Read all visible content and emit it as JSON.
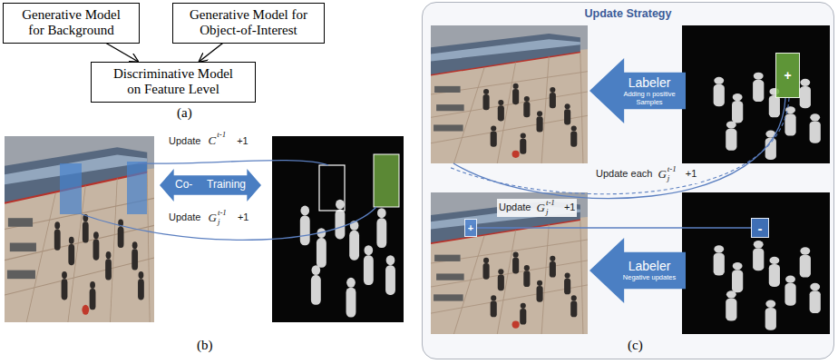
{
  "diagram": {
    "nodes": [
      {
        "text": [
          "Generative Model for Background"
        ]
      },
      {
        "text": [
          "Generative Model for Object-of-Interest"
        ]
      },
      {
        "text": [
          "Discriminative Model on Feature Level"
        ]
      },
      {
        "text": [
          "Co-",
          "Training"
        ]
      },
      {
        "text": [
          "Update Strategy"
        ]
      },
      {
        "text": [
          "Labeler",
          "Adding n positive Samples"
        ],
        "in": 4
      },
      {
        "text": [
          "+"
        ],
        "in": 4
      },
      {
        "text": [
          "+"
        ],
        "in": 4
      },
      {
        "text": [
          "Labeler",
          "Negative updates"
        ],
        "in": 4
      },
      {
        "text": [
          "-"
        ],
        "in": 4
      }
    ],
    "edges": [
      {
        "from": 0,
        "to": 2,
        "arrow": "to"
      },
      {
        "from": 1,
        "to": 2,
        "arrow": "to"
      },
      {
        "from": 9,
        "to": 7,
        "arrow": "none"
      }
    ],
    "labels": [
      "(a)",
      "Update",
      "C",
      "t-1",
      "+1",
      "Update",
      "G",
      "j",
      "t-1",
      "+1",
      "(b)",
      "Update each",
      "G",
      "j",
      "t-1",
      "+1",
      "Update",
      "G",
      "j",
      "t-1",
      "+1",
      "(c)"
    ]
  }
}
